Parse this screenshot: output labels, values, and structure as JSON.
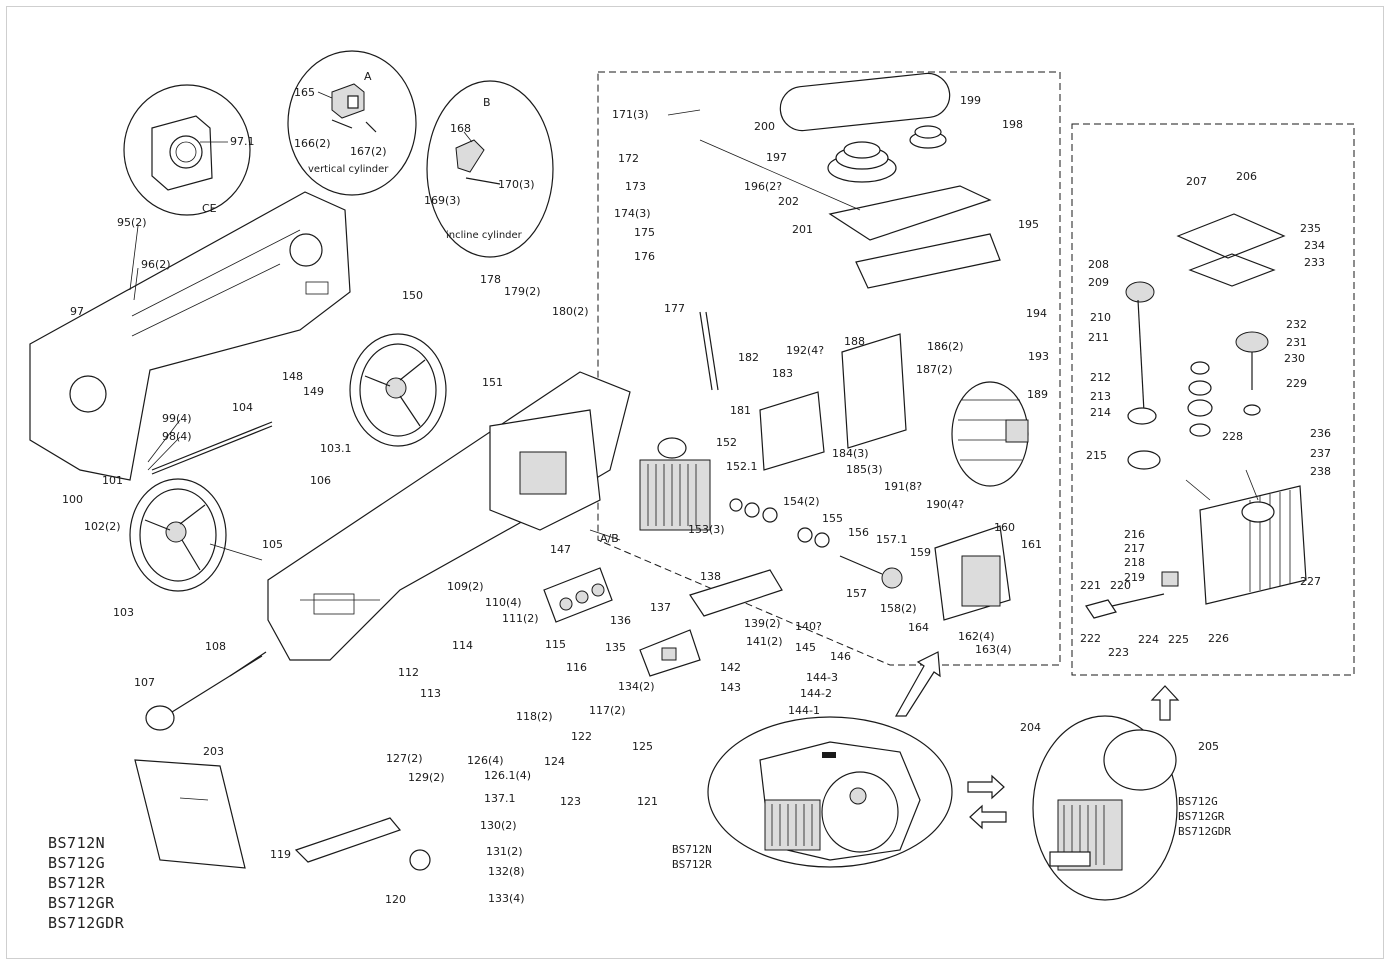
{
  "figure": {
    "detail_ce": {
      "letter": "CE",
      "part": "97.1"
    },
    "detail_a": {
      "letter": "A",
      "caption": "vertical cylinder",
      "parts": [
        "165",
        "166(2)",
        "167(2)"
      ]
    },
    "detail_b": {
      "letter": "B",
      "caption": "incline cylinder",
      "parts": [
        "168",
        "169(3)",
        "170(3)"
      ]
    },
    "section_marker": "A/B",
    "models_main": [
      "BS712N",
      "BS712G",
      "BS712R",
      "BS712GR",
      "BS712GDR"
    ],
    "models_motor": [
      "BS712N",
      "BS712R"
    ],
    "models_gearbox": [
      "BS712G",
      "BS712GR",
      "BS712GDR"
    ],
    "part_labels": [
      "95(2)",
      "96(2)",
      "97",
      "98(4)",
      "99(4)",
      "100",
      "101",
      "102(2)",
      "103",
      "103.1",
      "104",
      "105",
      "106",
      "107",
      "108",
      "109(2)",
      "110(4)",
      "111(2)",
      "112",
      "113",
      "114",
      "115",
      "116",
      "117(2)",
      "118(2)",
      "119",
      "120",
      "121",
      "122",
      "123",
      "124",
      "125",
      "126(4)",
      "126.1(4)",
      "127(2)",
      "129(2)",
      "130(2)",
      "131(2)",
      "132(8)",
      "133(4)",
      "134(2)",
      "135",
      "136",
      "137",
      "137.1",
      "138",
      "139(2)",
      "140?",
      "141(2)",
      "142",
      "143",
      "144-1",
      "144-2",
      "144-3",
      "145",
      "146",
      "147",
      "148",
      "149",
      "150",
      "151",
      "152",
      "152.1",
      "153(3)",
      "154(2)",
      "155",
      "156",
      "157",
      "157.1",
      "158(2)",
      "159",
      "160",
      "161",
      "162(4)",
      "163(4)",
      "164",
      "171(3)",
      "172",
      "173",
      "174(3)",
      "175",
      "176",
      "177",
      "178",
      "179(2)",
      "180(2)",
      "181",
      "182",
      "183",
      "184(3)",
      "185(3)",
      "186(2)",
      "187(2)",
      "188",
      "189",
      "190(4?",
      "191(8?",
      "192(4?",
      "193",
      "194",
      "195",
      "196(2?",
      "197",
      "198",
      "199",
      "200",
      "201",
      "202",
      "203",
      "204",
      "205",
      "206",
      "207",
      "208",
      "209",
      "210",
      "211",
      "212",
      "213",
      "214",
      "215",
      "216",
      "217",
      "218",
      "219",
      "220",
      "221",
      "222",
      "223",
      "224",
      "225",
      "226",
      "227",
      "228",
      "229",
      "230",
      "231",
      "232",
      "233",
      "234",
      "235",
      "236",
      "237",
      "238"
    ]
  }
}
